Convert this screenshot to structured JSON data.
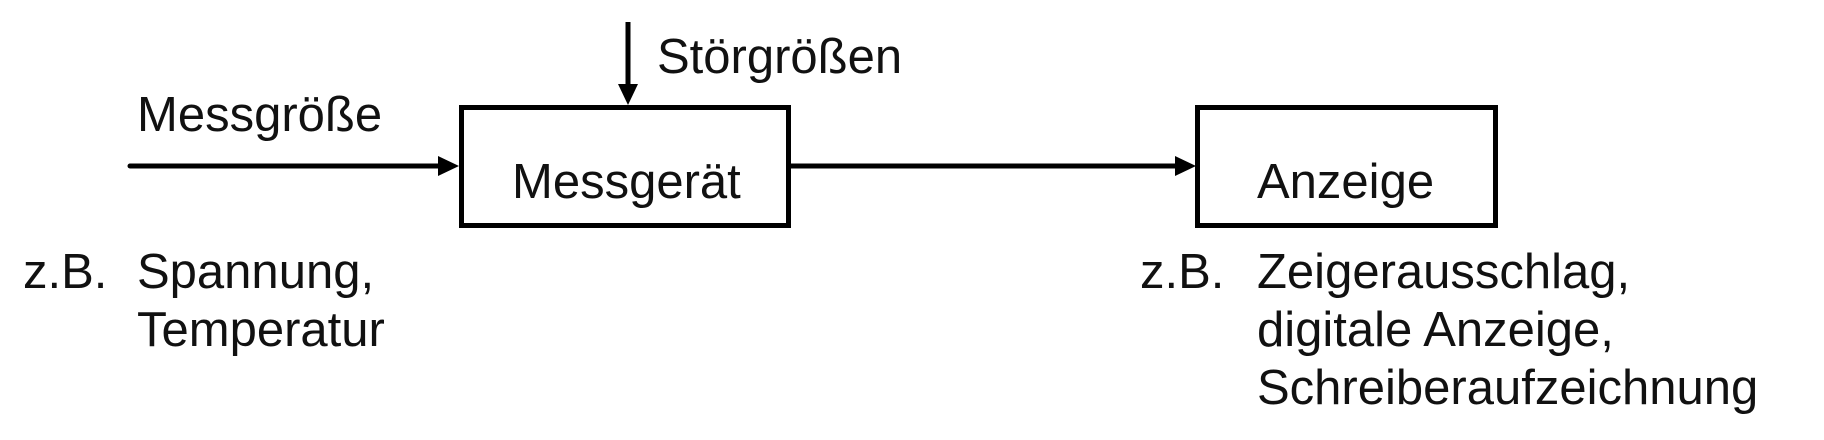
{
  "diagram": {
    "input_label": "Messgröße",
    "disturbance_label": "Störgrößen",
    "device_box": "Messgerät",
    "display_box": "Anzeige",
    "input_examples": {
      "prefix": "z.B.",
      "lines": [
        "Spannung,",
        "Temperatur"
      ]
    },
    "output_examples": {
      "prefix": "z.B.",
      "lines": [
        "Zeigerausschlag,",
        "digitale Anzeige,",
        "Schreiberaufzeichnung"
      ]
    },
    "colors": {
      "line": "#000000",
      "text": "#111111",
      "background": "#ffffff"
    }
  }
}
